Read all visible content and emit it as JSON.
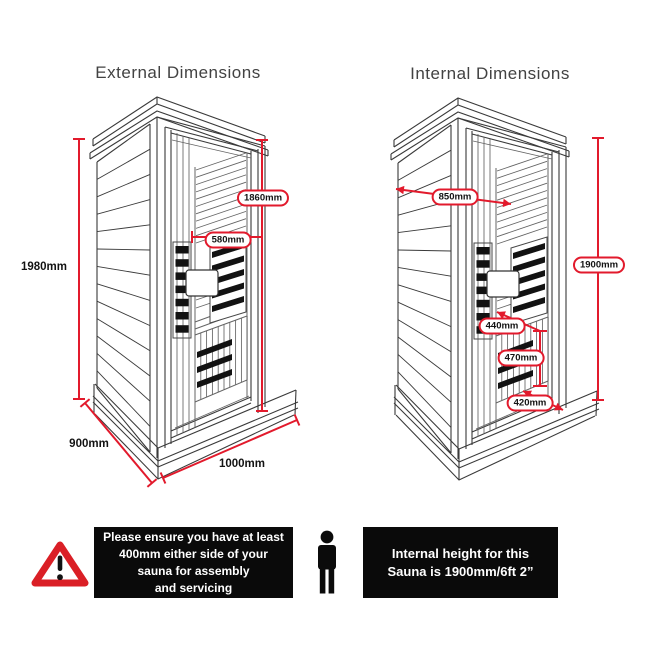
{
  "titles": {
    "external": "External Dimensions",
    "internal": "Internal Dimensions"
  },
  "external_dimensions": {
    "overall_height": "1980mm",
    "door_height": "1860mm",
    "door_width": "580mm",
    "base_depth": "900mm",
    "base_width": "1000mm"
  },
  "internal_dimensions": {
    "internal_width": "850mm",
    "internal_height": "1900mm",
    "bench_depth": "440mm",
    "bench_height": "470mm",
    "bench_width": "420mm"
  },
  "notes": {
    "assembly_lines": [
      "Please ensure you have at least",
      "400mm either side of your",
      "sauna for assembly",
      "and servicing"
    ],
    "internal_height_lines": [
      "Internal height for this",
      "Sauna is 1900mm/6ft 2”"
    ]
  },
  "icons": {
    "warning": "warning-triangle-icon",
    "person": "person-silhouette-icon"
  },
  "colors": {
    "dimension_red": "#e21a2c",
    "warning_red": "#da1f26",
    "note_background": "#0a0a0a",
    "note_text": "#ffffff",
    "line_color": "#3a3a3a"
  }
}
